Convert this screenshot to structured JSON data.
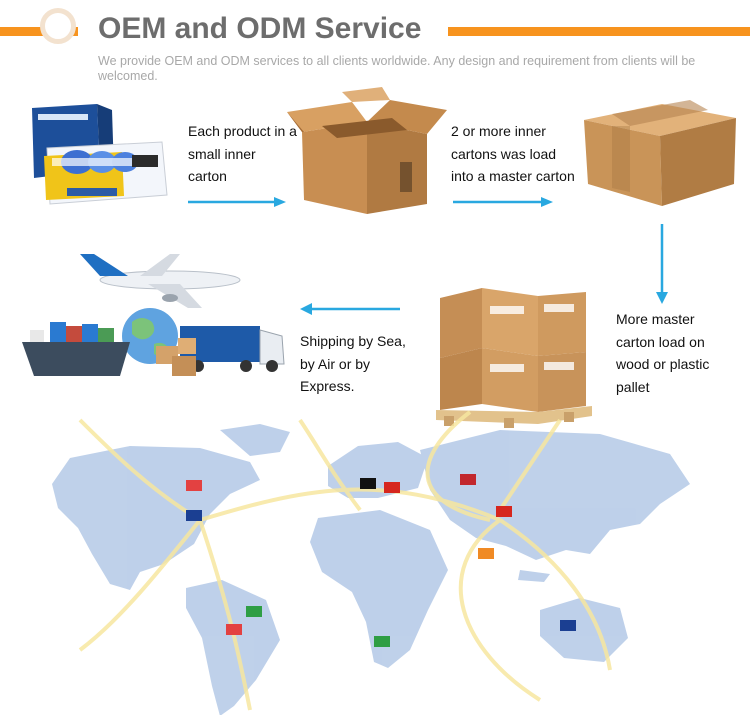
{
  "header": {
    "title": "OEM and ODM Service",
    "subtitle": "We provide OEM and ODM services to all clients worldwide. Any design and requirement from clients will be welcomed.",
    "accent_color": "#f7931e"
  },
  "steps": [
    {
      "text": "Each product in a small inner carton",
      "icon": "product-box-icon"
    },
    {
      "text": "2 or more inner cartons was load into a master carton",
      "icon": "open-carton-icon"
    },
    {
      "text": "More master carton load on wood or plastic pallet",
      "icon": "closed-carton-icon"
    },
    {
      "text": "Shipping by Sea, by Air or by Express.",
      "icon": "pallet-icon"
    }
  ],
  "shipping_icon": "shipping-transport-icon",
  "map_icon": "world-map-icon",
  "arrow_color": "#29a8e0"
}
